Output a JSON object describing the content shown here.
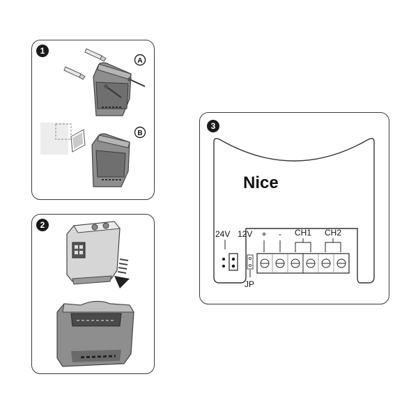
{
  "steps": [
    "1",
    "2",
    "3"
  ],
  "panel1": {
    "label_a": "A",
    "label_b": "B"
  },
  "panel3": {
    "brand": "Nice",
    "v24": "24V",
    "v12": "12V",
    "plus": "+",
    "minus": "-",
    "ch1": "CH1",
    "ch2": "CH2",
    "jp": "JP"
  }
}
